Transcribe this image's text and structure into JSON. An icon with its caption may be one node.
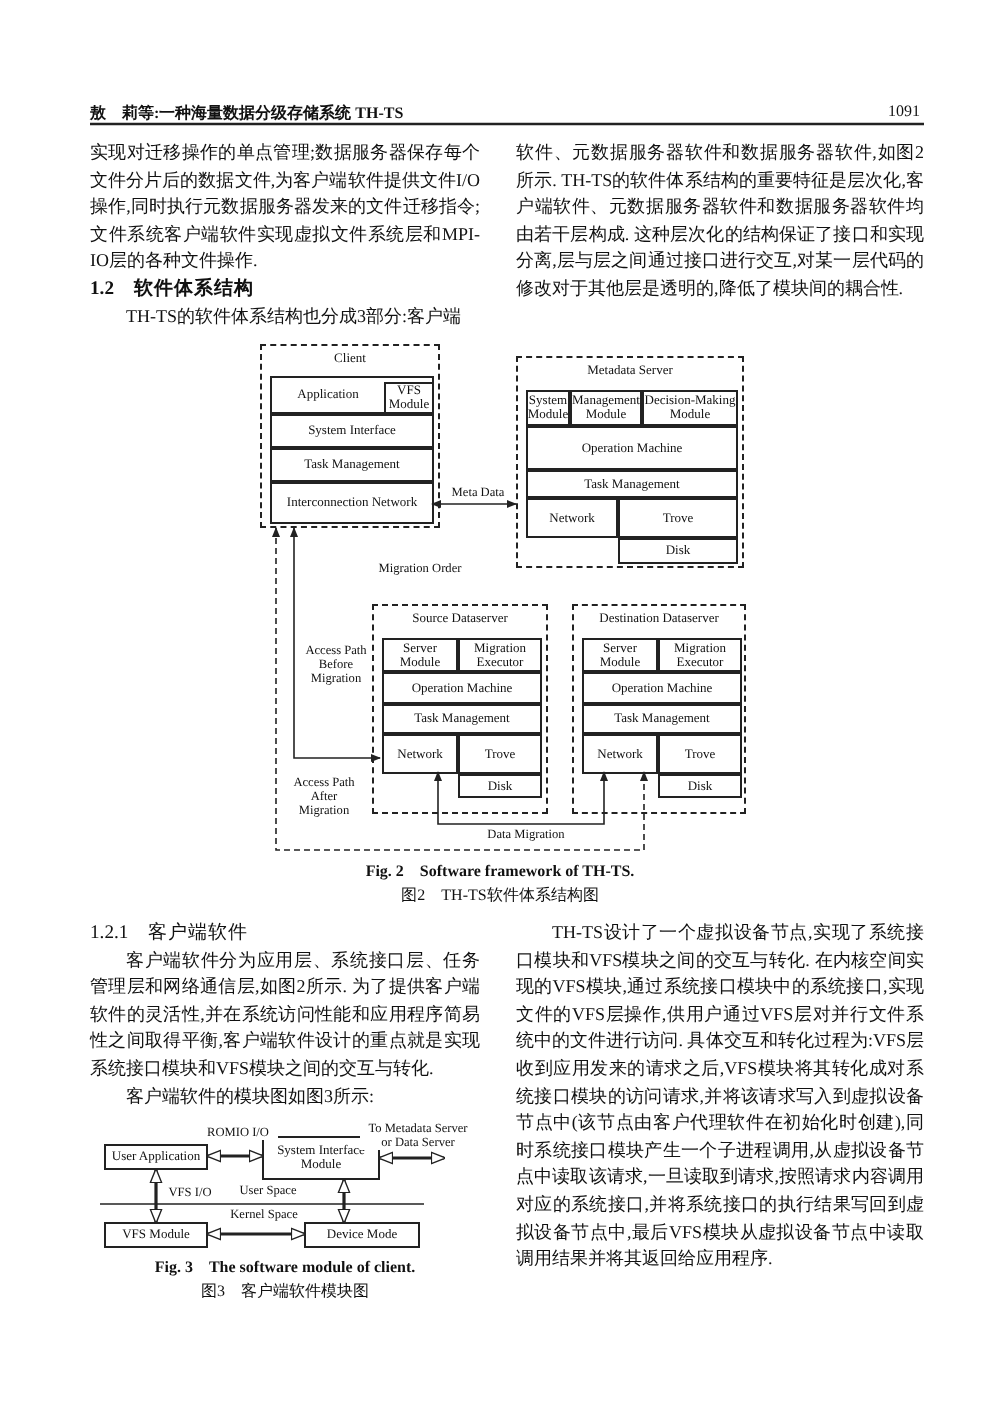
{
  "diagram": {
    "nodes": [
      {
        "text": [
          "Client"
        ]
      },
      {
        "text": [
          "Application"
        ],
        "in": 0
      },
      {
        "text": [
          "VFS Module"
        ],
        "in": 1
      },
      {
        "text": [
          "System Interface"
        ],
        "in": 0
      },
      {
        "text": [
          "Task Management"
        ],
        "in": 0
      },
      {
        "text": [
          "Interconnection Network"
        ],
        "in": 0
      },
      {
        "text": [
          "Metadata Server"
        ]
      },
      {
        "text": [
          "System Module"
        ],
        "in": 6
      },
      {
        "text": [
          "Management Module"
        ],
        "in": 6
      },
      {
        "text": [
          "Decision-Making Module"
        ],
        "in": 6
      },
      {
        "text": [
          "Operation Machine"
        ],
        "in": 6
      },
      {
        "text": [
          "Task Management"
        ],
        "in": 6
      },
      {
        "text": [
          "Network"
        ],
        "in": 6
      },
      {
        "text": [
          "Trove"
        ],
        "in": 6
      },
      {
        "text": [
          "Disk"
        ],
        "in": 6
      },
      {
        "text": [
          "Source Dataserver"
        ]
      },
      {
        "text": [
          "Server Module"
        ],
        "in": 15
      },
      {
        "text": [
          "Migration Executor"
        ],
        "in": 15
      },
      {
        "text": [
          "Operation Machine"
        ],
        "in": 15
      },
      {
        "text": [
          "Task Management"
        ],
        "in": 15
      },
      {
        "text": [
          "Network"
        ],
        "in": 15
      },
      {
        "text": [
          "Trove"
        ],
        "in": 15
      },
      {
        "text": [
          "Disk"
        ],
        "in": 15
      },
      {
        "text": [
          "Destination Dataserver"
        ]
      },
      {
        "text": [
          "Server Module"
        ],
        "in": 23
      },
      {
        "text": [
          "Migration Executor"
        ],
        "in": 23
      },
      {
        "text": [
          "Operation Machine"
        ],
        "in": 23
      },
      {
        "text": [
          "Task Management"
        ],
        "in": 23
      },
      {
        "text": [
          "Network"
        ],
        "in": 23
      },
      {
        "text": [
          "Trove"
        ],
        "in": 23
      },
      {
        "text": [
          "Disk"
        ],
        "in": 23
      },
      {
        "text": [
          "User Application"
        ]
      },
      {
        "text": [
          "System Interface Module"
        ]
      },
      {
        "text": [
          "VFS Module"
        ]
      },
      {
        "text": [
          "Device Mode"
        ]
      }
    ],
    "edges": [
      {
        "from": 5,
        "to": 6,
        "arrow": "both",
        "label": "Meta Data"
      },
      {
        "from": 0,
        "to": 20,
        "arrow": "both",
        "label": "Access Path Before Migration"
      },
      {
        "from": 0,
        "to": 28,
        "arrow": "both",
        "style": "dashed",
        "label": "Access Path After Migration"
      },
      {
        "from": 20,
        "to": 28,
        "arrow": "both",
        "label": "Data Migration"
      },
      {
        "from": 31,
        "to": 32,
        "arrow": "both",
        "label": "ROMIO I/O"
      },
      {
        "from": 32,
        "to": null,
        "arrow": "both",
        "label": "To Metadata Server or Data Server"
      },
      {
        "from": 31,
        "to": 33,
        "arrow": "both",
        "label": "VFS I/O"
      },
      {
        "from": 33,
        "to": 34,
        "arrow": "both"
      },
      {
        "from": 32,
        "to": 34,
        "arrow": "both"
      }
    ],
    "labels": [
      "敖　莉等:一种海量数据分级存储系统 TH-TS",
      "1091",
      "实现对迁移操作的单点管理;数据服务器保存每个文件分片后的数据文件,为客户端软件提供文件I/O操作,同时执行元数据服务器发来的文件迁移指令;文件系统客户端软件实现虚拟文件系统层和MPI-IO层的各种文件操作.",
      "1.2　软件体系结构",
      "TH-TS的软件体系结构也分成3部分:客户端",
      "软件、元数据服务器软件和数据服务器软件,如图2所示. TH-TS的软件体系结构的重要特征是层次化,客户端软件、元数据服务器软件和数据服务器软件均由若干层构成. 这种层次化的结构保证了接口和实现分离,层与层之间通过接口进行交互,对某一层代码的修改对于其他层是透明的,降低了模块间的耦合性.",
      "Migration Order",
      "Fig. 2　Software framework of TH-TS.",
      "图2　TH-TS软件体系结构图",
      "1.2.1　客户端软件",
      "客户端软件分为应用层、系统接口层、任务管理层和网络通信层,如图2所示. 为了提供客户端软件的灵活性,并在系统访问性能和应用程序简易性之间取得平衡,客户端软件设计的重点就是实现系统接口模块和VFS模块之间的交互与转化.",
      "客户端软件的模块图如图3所示:",
      "User Space",
      "Kernel Space",
      "Fig. 3　The software module of client.",
      "图3　客户端软件模块图",
      "TH-TS设计了一个虚拟设备节点,实现了系统接口模块和VFS模块之间的交互与转化. 在内核空间实现的VFS模块,通过系统接口模块中的系统接口,实现文件的VFS层操作,供用户通过VFS层对并行文件系统中的文件进行访问. 具体交互和转化过程为:VFS层收到应用发来的请求之后,VFS模块将其转化成对系统接口模块的访问请求,并将该请求写入到虚拟设备节点中(该节点由客户代理软件在初始化时创建),同时系统接口模块产生一个子进程调用,从虚拟设备节点中读取该请求,一旦读取到请求,按照请求内容调用对应的系统接口,并将系统接口的执行结果写回到虚拟设备节点中,最后VFS模块从虚拟设备节点中读取调用结果并将其返回给应用程序."
    ]
  }
}
